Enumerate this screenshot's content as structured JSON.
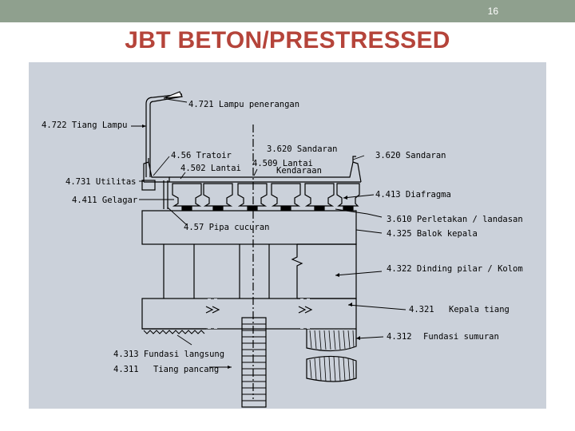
{
  "slide": {
    "number": "16",
    "title": "JBT BETON/PRESTRESSED"
  },
  "diagram": {
    "labels": {
      "lampu": "4.721  Lampu penerangan",
      "tiang_lampu": "4.722  Tiang Lampu",
      "tratoir": "4.56  Tratoir",
      "sandaran_c": "3.620  Sandaran",
      "sandaran_r": "3.620  Sandaran",
      "lantai": "4.502  Lantai",
      "lantai_kend_1": "4.509  Lantai",
      "lantai_kend_2": "Kendaraan",
      "utilitas": "4.731  Utilitas",
      "gelagar": "4.411  Gelagar",
      "diafragma": "4.413  Diafragma",
      "perletakan": "3.610  Perletakan / landasan",
      "pipa": "4.57  Pipa  cucuran",
      "balok": "4.325  Balok kepala",
      "dinding": "4.322  Dinding pilar / Kolom",
      "kepala_no": "4.321",
      "kepala_txt": "Kepala tiang",
      "sumuran_no": "4.312",
      "sumuran_txt": "Fundasi sumuran",
      "fundasi": "4.313  Fundasi langsung",
      "tiang_no": "4.311",
      "tiang_txt": "Tiang pancang"
    }
  }
}
